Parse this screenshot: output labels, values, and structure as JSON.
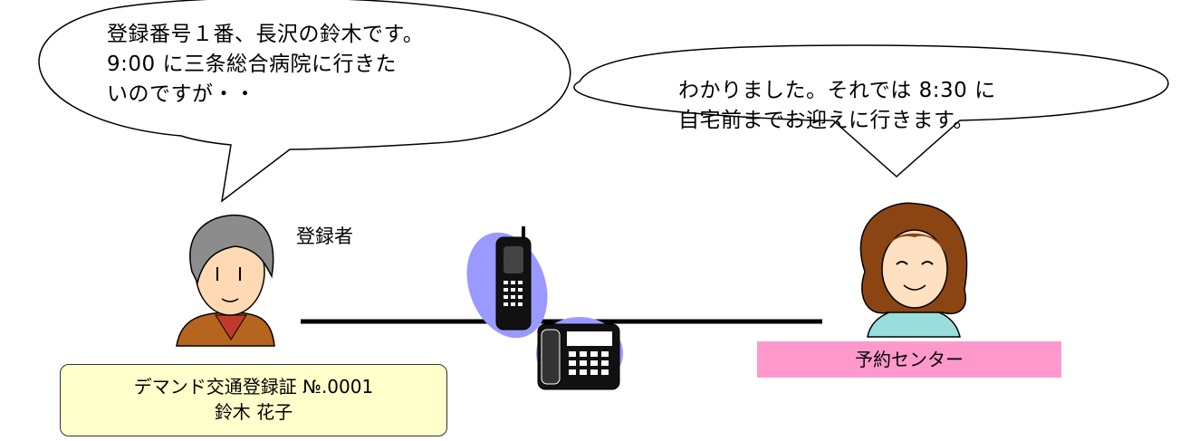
{
  "speech": {
    "user": "登録番号１番、長沢の鈴木です。\n9:00 に三条総合病院に行きた\nいのですが・・",
    "center": "わかりました。それでは 8:30 に\n自宅前までお迎えに行きます。"
  },
  "labels": {
    "registrant": "登録者",
    "reservation_center": "予約センター"
  },
  "card": {
    "title": "デマンド交通登録証 №.0001",
    "name": "鈴木 花子"
  },
  "colors": {
    "card_bg": "#ffffcc",
    "center_label_bg": "#ff99cc",
    "phone_blob": "#9999ff",
    "center_shirt": "#99dddd",
    "registrant_jacket": "#b5651d"
  },
  "icons": [
    "registrant-person-icon",
    "receptionist-person-icon",
    "mobile-phone-icon",
    "desk-phone-icon"
  ]
}
